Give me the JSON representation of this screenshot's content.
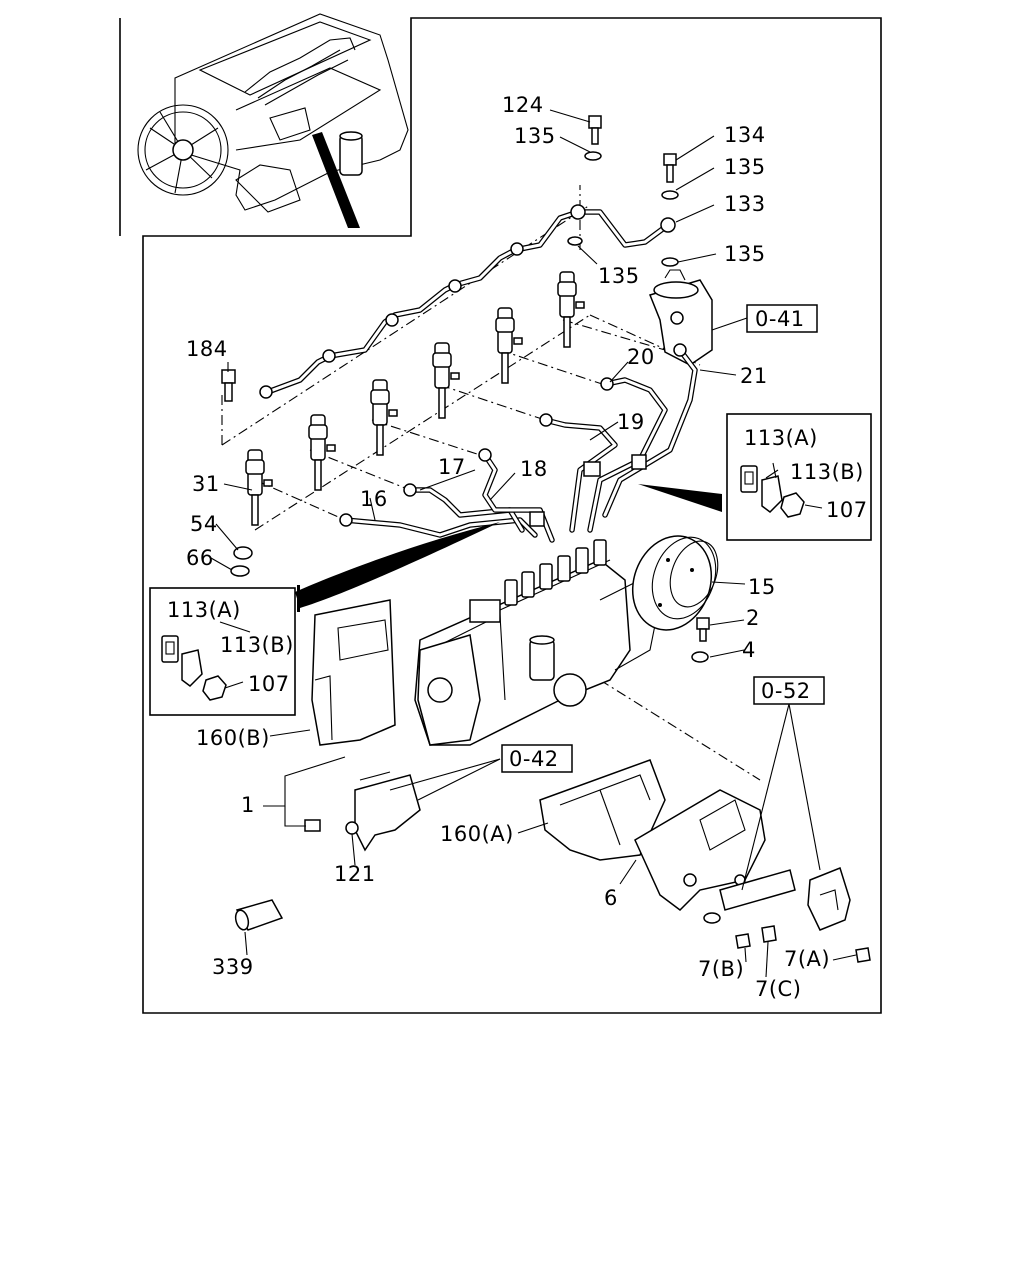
{
  "diagram": {
    "callouts": {
      "c124": "124",
      "c135a": "135",
      "c134": "134",
      "c135b": "135",
      "c133": "133",
      "c135c": "135",
      "c135d": "135",
      "c041": "0-41",
      "c184": "184",
      "c20": "20",
      "c21": "21",
      "c19": "19",
      "c113a_r": "113(A)",
      "c113b_r": "113(B)",
      "c107_r": "107",
      "c17": "17",
      "c18": "18",
      "c31": "31",
      "c16": "16",
      "c54": "54",
      "c66": "66",
      "c15": "15",
      "c2": "2",
      "c4": "4",
      "c113a_l": "113(A)",
      "c113b_l": "113(B)",
      "c107_l": "107",
      "c052": "0-52",
      "c160b": "160(B)",
      "c042": "0-42",
      "c1": "1",
      "c160a": "160(A)",
      "c121": "121",
      "c6": "6",
      "c339": "339",
      "c7b": "7(B)",
      "c7a": "7(A)",
      "c7c": "7(C)"
    },
    "icons": [
      "engine-overview-icon",
      "fuel-injector-icon",
      "injection-pump-icon",
      "fuel-filter-icon",
      "bracket-icon",
      "bolt-icon",
      "washer-icon",
      "nut-icon",
      "clip-icon",
      "cover-plate-icon",
      "sleeve-icon"
    ]
  }
}
